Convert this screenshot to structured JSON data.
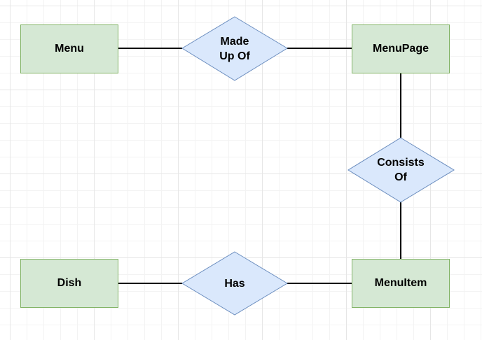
{
  "colors": {
    "entity_fill": "#d5e8d4",
    "entity_stroke": "#82b366",
    "relation_fill": "#dae8fc",
    "relation_stroke": "#6c8ebf",
    "connector": "#000000"
  },
  "entities": {
    "menu": "Menu",
    "menu_page": "MenuPage",
    "dish": "Dish",
    "menu_item": "MenuItem"
  },
  "relationships": {
    "made_up_of": "Made\nUp Of",
    "consists_of": "Consists\nOf",
    "has": "Has"
  }
}
